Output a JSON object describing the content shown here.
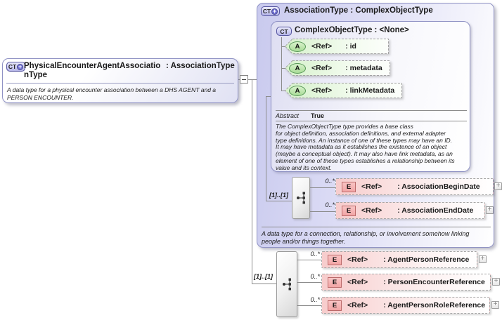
{
  "icons": {
    "ct_plus": "CT",
    "ct": "CT",
    "attribute": "A",
    "element": "E",
    "plus": "+",
    "circle_plus": "+"
  },
  "left_box": {
    "name": "PhysicalEncounterAgentAssociationType",
    "type_suffix": ": AssociationType",
    "description": "A data type for a physical encounter association between a DHS AGENT and a\nPERSON ENCOUNTER."
  },
  "association_box": {
    "title": "AssociationType : ComplexObjectType",
    "base_box": {
      "title": "ComplexObjectType : <None>",
      "attributes": [
        {
          "ref": "<Ref>",
          "name": ": id"
        },
        {
          "ref": "<Ref>",
          "name": ": metadata"
        },
        {
          "ref": "<Ref>",
          "name": ": linkMetadata"
        }
      ],
      "facet": {
        "label": "Abstract",
        "value": "True"
      },
      "description": "The ComplexObjectType type provides a base class\nfor object definition, association definitions, and external adapter\ntype definitions. An instance of one of these types may have an ID.\nIt may have metadata as it establishes the existence of an object\n(maybe a conceptual object). It may also have link metadata, as an\nelement of one of these types establishes a relationship between its\nvalue and its context."
    },
    "sequence": {
      "cardinality": "[1]..[1]",
      "elements": [
        {
          "cardinality": "0..*",
          "ref": "<Ref>",
          "name": ": AssociationBeginDate"
        },
        {
          "cardinality": "0..*",
          "ref": "<Ref>",
          "name": ": AssociationEndDate"
        }
      ]
    },
    "description": "A data type for a connection, relationship, or involvement somehow linking\npeople and/or things together."
  },
  "own_sequence": {
    "cardinality": "[1]..[1]",
    "elements": [
      {
        "cardinality": "0..*",
        "ref": "<Ref>",
        "name": ": AgentPersonReference"
      },
      {
        "cardinality": "0..*",
        "ref": "<Ref>",
        "name": ": PersonEncounterReference"
      },
      {
        "cardinality": "0..*",
        "ref": "<Ref>",
        "name": ": AgentPersonRoleReference"
      }
    ]
  }
}
